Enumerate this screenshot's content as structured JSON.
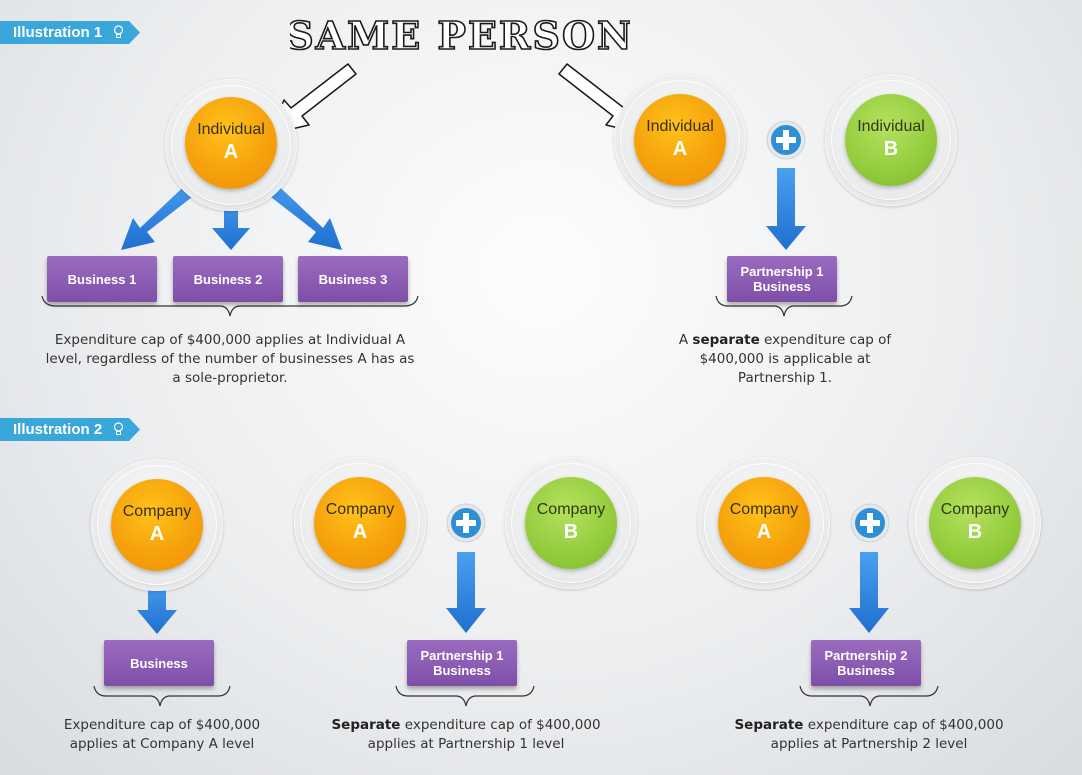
{
  "title": "SAME PERSON",
  "illustration1": {
    "tag": "Illustration 1",
    "left": {
      "circle": {
        "line1": "Individual",
        "line2": "A"
      },
      "businesses": [
        "Business 1",
        "Business 2",
        "Business 3"
      ],
      "caption": "Expenditure cap of $400,000 applies at Individual A level, regardless of the number of businesses A has as a sole-proprietor."
    },
    "right": {
      "circleA": {
        "line1": "Individual",
        "line2": "A"
      },
      "circleB": {
        "line1": "Individual",
        "line2": "B"
      },
      "partnership": {
        "line1": "Partnership 1",
        "line2": "Business"
      },
      "caption_pre": "A ",
      "caption_bold": "separate",
      "caption_post": " expenditure cap of $400,000 is applicable at Partnership 1."
    }
  },
  "illustration2": {
    "tag": "Illustration 2",
    "col1": {
      "circle": {
        "line1": "Company",
        "line2": "A"
      },
      "box": "Business",
      "caption": "Expenditure cap of $400,000 applies at Company A level"
    },
    "col2": {
      "circleA": {
        "line1": "Company",
        "line2": "A"
      },
      "circleB": {
        "line1": "Company",
        "line2": "B"
      },
      "box": {
        "line1": "Partnership 1",
        "line2": "Business"
      },
      "caption_bold": "Separate",
      "caption_post": " expenditure cap of $400,000 applies at Partnership 1 level"
    },
    "col3": {
      "circleA": {
        "line1": "Company",
        "line2": "A"
      },
      "circleB": {
        "line1": "Company",
        "line2": "B"
      },
      "box": {
        "line1": "Partnership 2",
        "line2": "Business"
      },
      "caption_bold": "Separate",
      "caption_post": " expenditure cap of $400,000 applies at Partnership 2 level"
    }
  },
  "colors": {
    "orange": "#f6a20c",
    "green": "#93cc3c",
    "purple": "#8a5bb3",
    "blue_arrow": "#2f86e0",
    "tag_blue": "#3aa7db"
  }
}
